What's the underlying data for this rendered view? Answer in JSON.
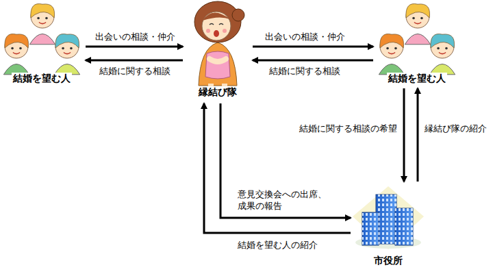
{
  "diagram": {
    "nodes": [
      {
        "text": [
          "結婚を望む人"
        ]
      },
      {
        "text": [
          "縁結び隊"
        ]
      },
      {
        "text": [
          "結婚を望む人"
        ]
      },
      {
        "text": [
          "市役所"
        ]
      }
    ],
    "edges": [
      {
        "from": 0,
        "to": 1,
        "arrow": "to",
        "label": "出会いの相談・仲介"
      },
      {
        "from": 1,
        "to": 0,
        "arrow": "to",
        "label": "結婚に関する相談"
      },
      {
        "from": 1,
        "to": 2,
        "arrow": "to",
        "label": "出会いの相談・仲介"
      },
      {
        "from": 2,
        "to": 1,
        "arrow": "to",
        "label": "結婚に関する相談"
      },
      {
        "from": 2,
        "to": 3,
        "arrow": "to",
        "label": "結婚に関する相談の希望"
      },
      {
        "from": 3,
        "to": 2,
        "arrow": "to",
        "label": "縁結び隊の紹介"
      },
      {
        "from": 1,
        "to": 3,
        "arrow": "to",
        "label": "意見交換会への出席、 成果の報告"
      },
      {
        "from": 3,
        "to": 1,
        "arrow": "to",
        "label": "結婚を望む人の紹介"
      }
    ]
  }
}
